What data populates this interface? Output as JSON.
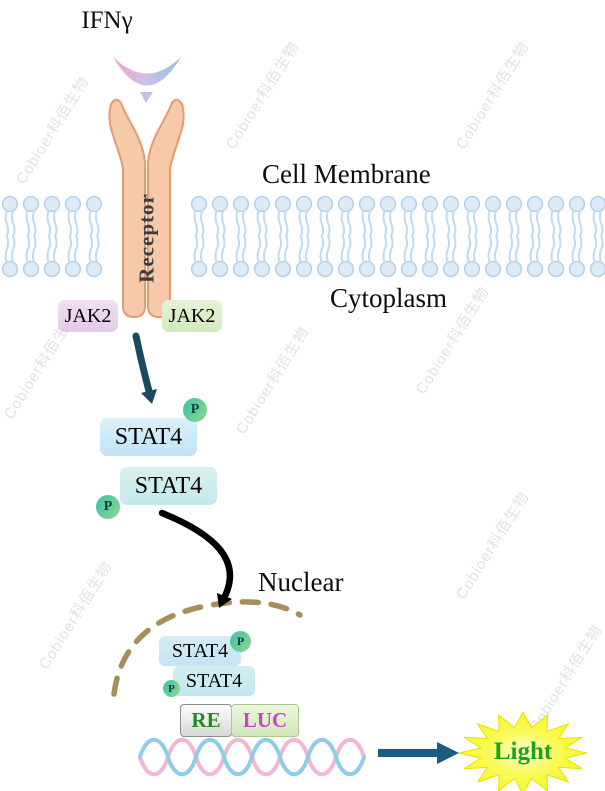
{
  "watermark": {
    "text": "Cobioer科佰生物"
  },
  "labels": {
    "ligand": "IFNγ",
    "cell_membrane": "Cell Membrane",
    "cytoplasm": "Cytoplasm",
    "receptor": "Receptor",
    "nuclear": "Nuclear",
    "light": "Light"
  },
  "proteins": {
    "jak2_left": "JAK2",
    "jak2_right": "JAK2",
    "stat4_cyto_upper": "STAT4",
    "stat4_cyto_lower": "STAT4",
    "stat4_nuc_upper": "STAT4",
    "stat4_nuc_lower": "STAT4",
    "phosphate": "P"
  },
  "reporter": {
    "response_element": "RE",
    "luciferase": "LUC"
  },
  "colors": {
    "receptor_fill": "#F6C9A9",
    "receptor_stroke": "#E59A70",
    "membrane_head": "#DCEBF7",
    "jak2_left_fill": "#E9D3EA",
    "jak2_right_fill": "#DCEDC9",
    "stat4_fill": "#CDE8F6",
    "phosphate_fill": "#3EC0AE",
    "nuclear_membrane": "#A68F5C",
    "arrow_dark": "#1B4A60",
    "arrow_teal": "#1C5C7E",
    "re_text": "#1E8C1E",
    "luc_text": "#C943C9",
    "light_text": "#1CA51C",
    "star_fill": "#F8F83C",
    "dna_strand_blue": "#8FCCE8",
    "dna_strand_pink": "#F2B6D4"
  }
}
